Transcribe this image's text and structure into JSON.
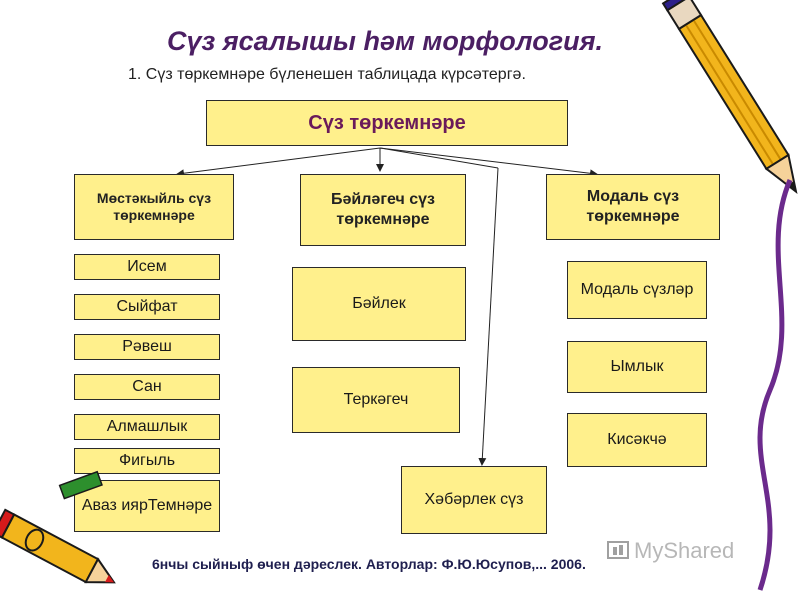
{
  "slide": {
    "title": "Сүз ясалышы һәм морфология.",
    "subtitle": "1.  Сүз төркемнәре бүленешен таблицада күрсәтергә.",
    "footer": "6нчы сыйныф өчен дәреслек. Авторлар: Ф.Ю.Юсупов,... 2006.",
    "watermark": "MyShared"
  },
  "diagram": {
    "root": "Сүз төркемнәре",
    "categories": [
      {
        "label": "Мөстәкыйль сүз төркемнәре",
        "items": [
          "Исем",
          "Сыйфат",
          "Рәвеш",
          "Сан",
          "Алмашлык",
          "Фигыль",
          "Аваз иярТемнәре"
        ]
      },
      {
        "label": "Бәйләгеч сүз төркемнәре",
        "items": [
          "Бәйлек",
          "Теркәгеч"
        ]
      },
      {
        "label": "Модаль сүз төркемнәре",
        "items": [
          "Модаль сүзләр",
          "Ымлык",
          "Кисәкчә"
        ]
      }
    ],
    "standalone": "Хәбәрлек сүз"
  },
  "colors": {
    "box_fill": "#fff08c",
    "title": "#4b1f63",
    "root_text": "#6a1a5a"
  },
  "icons": [
    "pencil-icon",
    "crayon-pencil-icon",
    "myshared-logo-icon"
  ]
}
